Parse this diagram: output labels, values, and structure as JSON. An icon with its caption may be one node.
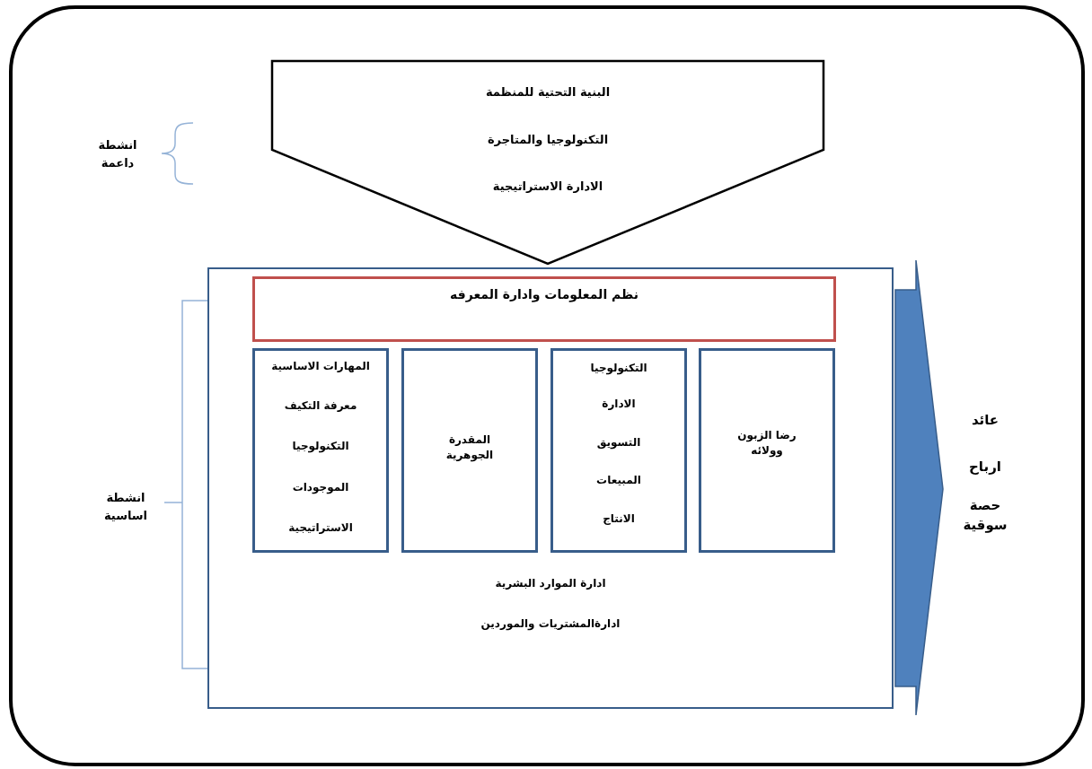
{
  "diagram": {
    "nodes": [
      {
        "text": [
          "البنية التحتية للمنظمة",
          "التكنولوجيا والمتاجرة",
          "الادارة الاستراتيجية"
        ]
      },
      {
        "text": [
          "ادارة الموارد البشرية",
          "ادارةالمشتريات والموردين"
        ]
      },
      {
        "text": [
          "نظم المعلومات وادارة المعرفه"
        ],
        "in": 1
      },
      {
        "text": [
          "رضا الزبون وولائه"
        ],
        "in": 1
      },
      {
        "text": [
          "التكنولوجيا",
          "الادارة",
          "التسويق",
          "المبيعات",
          "الانتاج"
        ],
        "in": 1
      },
      {
        "text": [
          "المقدرة الجوهرية"
        ],
        "in": 1
      },
      {
        "text": [
          "المهارات الاساسية",
          "معرفة التكيف",
          "التكنولوجيا",
          "الموجودات",
          "الاستراتيجية"
        ],
        "in": 1
      },
      {
        "text": [],
        "shape": "arrow",
        "beside": [
          "عائد",
          "ارباح",
          "حصة سوقية"
        ]
      }
    ],
    "labels": [
      "انشطة داعمة",
      "انشطة اساسية"
    ]
  }
}
